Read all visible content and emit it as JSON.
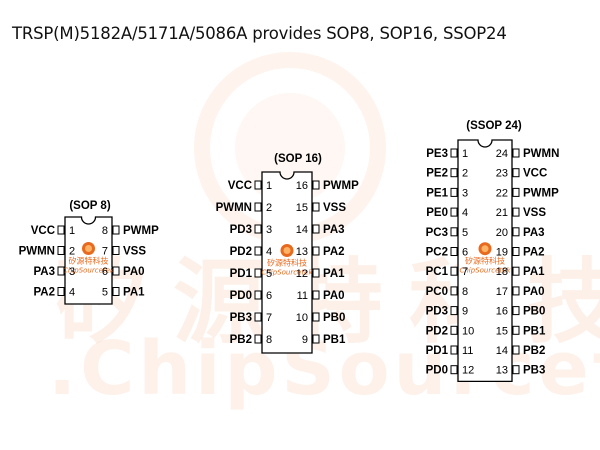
{
  "title": "TRSP(M)5182A/5171A/5086A provides SOP8, SOP16, SSOP24",
  "watermark": {
    "cn": "矽源特科技",
    "en": ".ChipSourcetek."
  },
  "logo": {
    "cn": "矽源特科技",
    "en": "ChipSourcetek",
    "color": "#e86a1e"
  },
  "packages": [
    {
      "label": "(SOP 8)",
      "left": [
        {
          "num": "1",
          "name": "VCC"
        },
        {
          "num": "2",
          "name": "PWMN"
        },
        {
          "num": "3",
          "name": "PA3"
        },
        {
          "num": "4",
          "name": "PA2"
        }
      ],
      "right": [
        {
          "num": "8",
          "name": "PWMP"
        },
        {
          "num": "7",
          "name": "VSS"
        },
        {
          "num": "6",
          "name": "PA0"
        },
        {
          "num": "5",
          "name": "PA1"
        }
      ]
    },
    {
      "label": "(SOP 16)",
      "left": [
        {
          "num": "1",
          "name": "VCC"
        },
        {
          "num": "2",
          "name": "PWMN"
        },
        {
          "num": "3",
          "name": "PD3"
        },
        {
          "num": "4",
          "name": "PD2"
        },
        {
          "num": "5",
          "name": "PD1"
        },
        {
          "num": "6",
          "name": "PD0"
        },
        {
          "num": "7",
          "name": "PB3"
        },
        {
          "num": "8",
          "name": "PB2"
        }
      ],
      "right": [
        {
          "num": "16",
          "name": "PWMP"
        },
        {
          "num": "15",
          "name": "VSS"
        },
        {
          "num": "14",
          "name": "PA3"
        },
        {
          "num": "13",
          "name": "PA2"
        },
        {
          "num": "12",
          "name": "PA1"
        },
        {
          "num": "11",
          "name": "PA0"
        },
        {
          "num": "10",
          "name": "PB0"
        },
        {
          "num": "9",
          "name": "PB1"
        }
      ]
    },
    {
      "label": "(SSOP 24)",
      "left": [
        {
          "num": "1",
          "name": "PE3"
        },
        {
          "num": "2",
          "name": "PE2"
        },
        {
          "num": "3",
          "name": "PE1"
        },
        {
          "num": "4",
          "name": "PE0"
        },
        {
          "num": "5",
          "name": "PC3"
        },
        {
          "num": "6",
          "name": "PC2"
        },
        {
          "num": "7",
          "name": "PC1"
        },
        {
          "num": "8",
          "name": "PC0"
        },
        {
          "num": "9",
          "name": "PD3"
        },
        {
          "num": "10",
          "name": "PD2"
        },
        {
          "num": "11",
          "name": "PD1"
        },
        {
          "num": "12",
          "name": "PD0"
        }
      ],
      "right": [
        {
          "num": "24",
          "name": "PWMN"
        },
        {
          "num": "23",
          "name": "VCC"
        },
        {
          "num": "22",
          "name": "PWMP"
        },
        {
          "num": "21",
          "name": "VSS"
        },
        {
          "num": "20",
          "name": "PA3"
        },
        {
          "num": "19",
          "name": "PA2"
        },
        {
          "num": "18",
          "name": "PA1"
        },
        {
          "num": "17",
          "name": "PA0"
        },
        {
          "num": "16",
          "name": "PB0"
        },
        {
          "num": "15",
          "name": "PB1"
        },
        {
          "num": "14",
          "name": "PB2"
        },
        {
          "num": "13",
          "name": "PB3"
        }
      ]
    }
  ]
}
